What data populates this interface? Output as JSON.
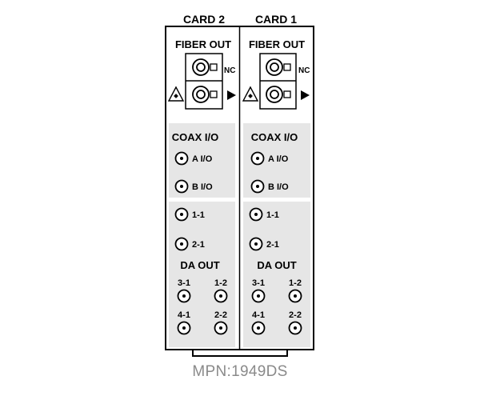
{
  "colors": {
    "stroke": "#000000",
    "shade": "#e6e6e6",
    "mpn_text": "#8a8a8a"
  },
  "cards": [
    {
      "title": "CARD 2",
      "fiber": {
        "title": "FIBER OUT",
        "nc_label": "NC",
        "laser_icon": "laser-warning-icon",
        "arrow_icon": "arrow-right-icon"
      },
      "coax": {
        "title": "COAX I/O",
        "ports": [
          "A I/O",
          "B I/O"
        ]
      },
      "inputs": [
        "1-1",
        "2-1"
      ],
      "da": {
        "title": "DA OUT",
        "ports": [
          "3-1",
          "1-2",
          "4-1",
          "2-2"
        ]
      }
    },
    {
      "title": "CARD 1",
      "fiber": {
        "title": "FIBER OUT",
        "nc_label": "NC",
        "laser_icon": "laser-warning-icon",
        "arrow_icon": "arrow-right-icon"
      },
      "coax": {
        "title": "COAX I/O",
        "ports": [
          "A I/O",
          "B I/O"
        ]
      },
      "inputs": [
        "1-1",
        "2-1"
      ],
      "da": {
        "title": "DA OUT",
        "ports": [
          "3-1",
          "1-2",
          "4-1",
          "2-2"
        ]
      }
    }
  ],
  "mpn": "MPN:1949DS"
}
